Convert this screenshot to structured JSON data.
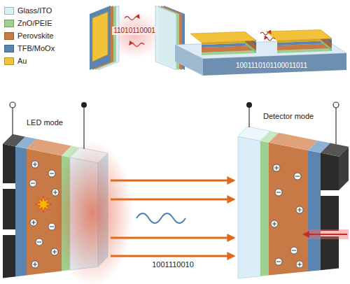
{
  "diagram": {
    "labels": [
      "11010110001",
      "1001110101100011011",
      "LED mode",
      "Detector mode",
      "1001110010"
    ],
    "legend": [
      {
        "text": "Glass/ITO",
        "color": "#dbeef8"
      },
      {
        "text": "ZnO/PEIE",
        "color": "#9fd08f"
      },
      {
        "text": "Perovskite",
        "color": "#c77a45"
      },
      {
        "text": "TFB/MoOx",
        "color": "#5b84b1"
      },
      {
        "text": "Au",
        "color": "#f1c23a"
      }
    ]
  }
}
